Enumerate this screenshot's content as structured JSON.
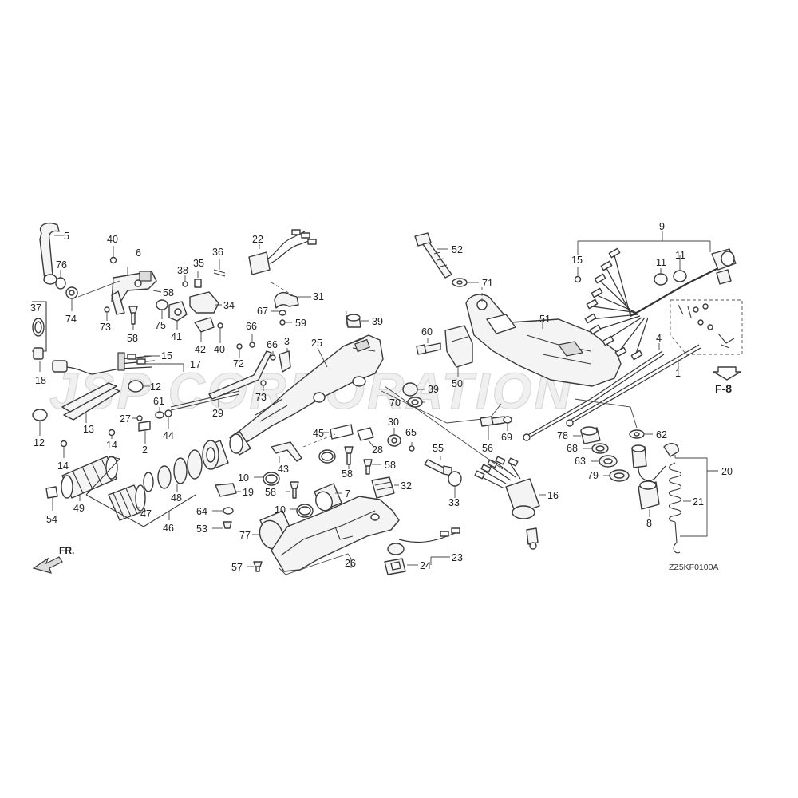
{
  "watermark": "JSP CORPORATION",
  "reference_label": "F-8",
  "diagram_code": "ZZ5KF0100A",
  "front_label": "FR.",
  "callouts": [
    {
      "id": "c5",
      "label": "5"
    },
    {
      "id": "c76",
      "label": "76"
    },
    {
      "id": "c74",
      "label": "74"
    },
    {
      "id": "c37",
      "label": "37"
    },
    {
      "id": "c18",
      "label": "18"
    },
    {
      "id": "c40a",
      "label": "40"
    },
    {
      "id": "c6",
      "label": "6"
    },
    {
      "id": "c58a",
      "label": "58"
    },
    {
      "id": "c73a",
      "label": "73"
    },
    {
      "id": "c58b",
      "label": "58"
    },
    {
      "id": "c75",
      "label": "75"
    },
    {
      "id": "c41",
      "label": "41"
    },
    {
      "id": "c38",
      "label": "38"
    },
    {
      "id": "c35",
      "label": "35"
    },
    {
      "id": "c36",
      "label": "36"
    },
    {
      "id": "c34",
      "label": "34"
    },
    {
      "id": "c42",
      "label": "42"
    },
    {
      "id": "c40b",
      "label": "40"
    },
    {
      "id": "c15a",
      "label": "15"
    },
    {
      "id": "c17",
      "label": "17"
    },
    {
      "id": "c12a",
      "label": "12"
    },
    {
      "id": "c61",
      "label": "61"
    },
    {
      "id": "c27",
      "label": "27"
    },
    {
      "id": "c44",
      "label": "44"
    },
    {
      "id": "c2",
      "label": "2"
    },
    {
      "id": "c12b",
      "label": "12"
    },
    {
      "id": "c13",
      "label": "13"
    },
    {
      "id": "c14a",
      "label": "14"
    },
    {
      "id": "c14b",
      "label": "14"
    },
    {
      "id": "c54",
      "label": "54"
    },
    {
      "id": "c49",
      "label": "49"
    },
    {
      "id": "c47",
      "label": "47"
    },
    {
      "id": "c48",
      "label": "48"
    },
    {
      "id": "c46",
      "label": "46"
    },
    {
      "id": "c22",
      "label": "22"
    },
    {
      "id": "c31",
      "label": "31"
    },
    {
      "id": "c67",
      "label": "67"
    },
    {
      "id": "c59",
      "label": "59"
    },
    {
      "id": "c66a",
      "label": "66"
    },
    {
      "id": "c72",
      "label": "72"
    },
    {
      "id": "c66b",
      "label": "66"
    },
    {
      "id": "c3",
      "label": "3"
    },
    {
      "id": "c73b",
      "label": "73"
    },
    {
      "id": "c29",
      "label": "29"
    },
    {
      "id": "c25",
      "label": "25"
    },
    {
      "id": "c39a",
      "label": "39"
    },
    {
      "id": "c39b",
      "label": "39"
    },
    {
      "id": "c70",
      "label": "70"
    },
    {
      "id": "c60",
      "label": "60"
    },
    {
      "id": "c50",
      "label": "50"
    },
    {
      "id": "c52",
      "label": "52"
    },
    {
      "id": "c71",
      "label": "71"
    },
    {
      "id": "c51",
      "label": "51"
    },
    {
      "id": "c9",
      "label": "9"
    },
    {
      "id": "c15b",
      "label": "15"
    },
    {
      "id": "c11a",
      "label": "11"
    },
    {
      "id": "c11b",
      "label": "11"
    },
    {
      "id": "c4",
      "label": "4"
    },
    {
      "id": "c1",
      "label": "1"
    },
    {
      "id": "c45",
      "label": "45"
    },
    {
      "id": "c43",
      "label": "43"
    },
    {
      "id": "c28",
      "label": "28"
    },
    {
      "id": "c30",
      "label": "30"
    },
    {
      "id": "c65",
      "label": "65"
    },
    {
      "id": "c10a",
      "label": "10"
    },
    {
      "id": "c58c",
      "label": "58"
    },
    {
      "id": "c58d",
      "label": "58"
    },
    {
      "id": "c58e",
      "label": "58"
    },
    {
      "id": "c10b",
      "label": "10"
    },
    {
      "id": "c7",
      "label": "7"
    },
    {
      "id": "c32",
      "label": "32"
    },
    {
      "id": "c19",
      "label": "19"
    },
    {
      "id": "c64",
      "label": "64"
    },
    {
      "id": "c53",
      "label": "53"
    },
    {
      "id": "c77",
      "label": "77"
    },
    {
      "id": "c26",
      "label": "26"
    },
    {
      "id": "c57",
      "label": "57"
    },
    {
      "id": "c55",
      "label": "55"
    },
    {
      "id": "c33",
      "label": "33"
    },
    {
      "id": "c56",
      "label": "56"
    },
    {
      "id": "c69",
      "label": "69"
    },
    {
      "id": "c16",
      "label": "16"
    },
    {
      "id": "c23",
      "label": "23"
    },
    {
      "id": "c24",
      "label": "24"
    },
    {
      "id": "c78",
      "label": "78"
    },
    {
      "id": "c68",
      "label": "68"
    },
    {
      "id": "c63",
      "label": "63"
    },
    {
      "id": "c79",
      "label": "79"
    },
    {
      "id": "c62",
      "label": "62"
    },
    {
      "id": "c20",
      "label": "20"
    },
    {
      "id": "c21",
      "label": "21"
    },
    {
      "id": "c8",
      "label": "8"
    }
  ]
}
